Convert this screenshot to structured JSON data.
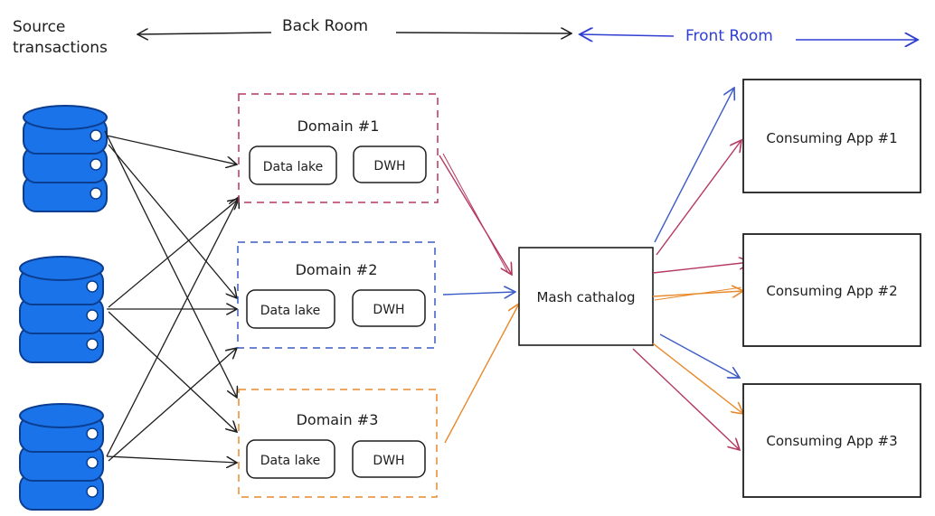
{
  "header": {
    "source_line1": "Source",
    "source_line2": "transactions",
    "back_room": "Back Room",
    "front_room": "Front Room"
  },
  "domains": [
    {
      "title": "Domain #1",
      "lake": "Data lake",
      "dwh": "DWH",
      "color": "#b5385f"
    },
    {
      "title": "Domain #2",
      "lake": "Data lake",
      "dwh": "DWH",
      "color": "#3d5cc7"
    },
    {
      "title": "Domain #3",
      "lake": "Data lake",
      "dwh": "DWH",
      "color": "#e8892b"
    }
  ],
  "mesh": {
    "label": "Mash cathalog"
  },
  "apps": [
    {
      "label": "Consuming App #1"
    },
    {
      "label": "Consuming App #2"
    },
    {
      "label": "Consuming App #3"
    }
  ],
  "colors": {
    "database_fill": "#1a73e8",
    "database_stroke": "#0b3d91",
    "ink": "#1e1e1e",
    "front_room": "#2f3fd0",
    "domain1": "#b5385f",
    "domain2": "#3d5cc7",
    "domain3": "#e8892b"
  },
  "icons": [
    "database-icon"
  ]
}
